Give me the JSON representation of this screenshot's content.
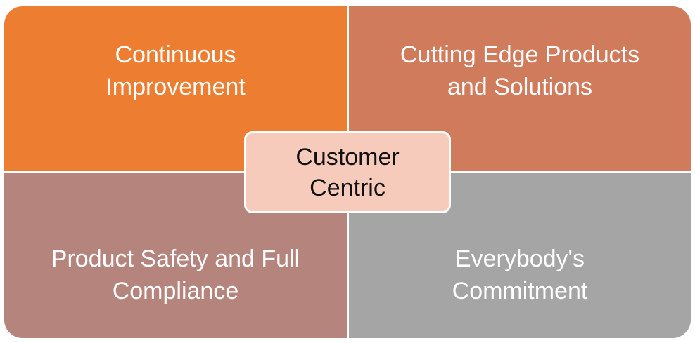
{
  "diagram": {
    "quadrants": {
      "top_left": "Continuous\nImprovement",
      "top_right": "Cutting Edge Products\nand Solutions",
      "bottom_left": "Product Safety and Full\nCompliance",
      "bottom_right": "Everybody's\nCommitment"
    },
    "center": "Customer\nCentric",
    "colors": {
      "top_left": "#ed7d31",
      "top_right": "#d17b5d",
      "bottom_left": "#b5857d",
      "bottom_right": "#a5a5a5",
      "center": "#f7cbbb"
    }
  }
}
